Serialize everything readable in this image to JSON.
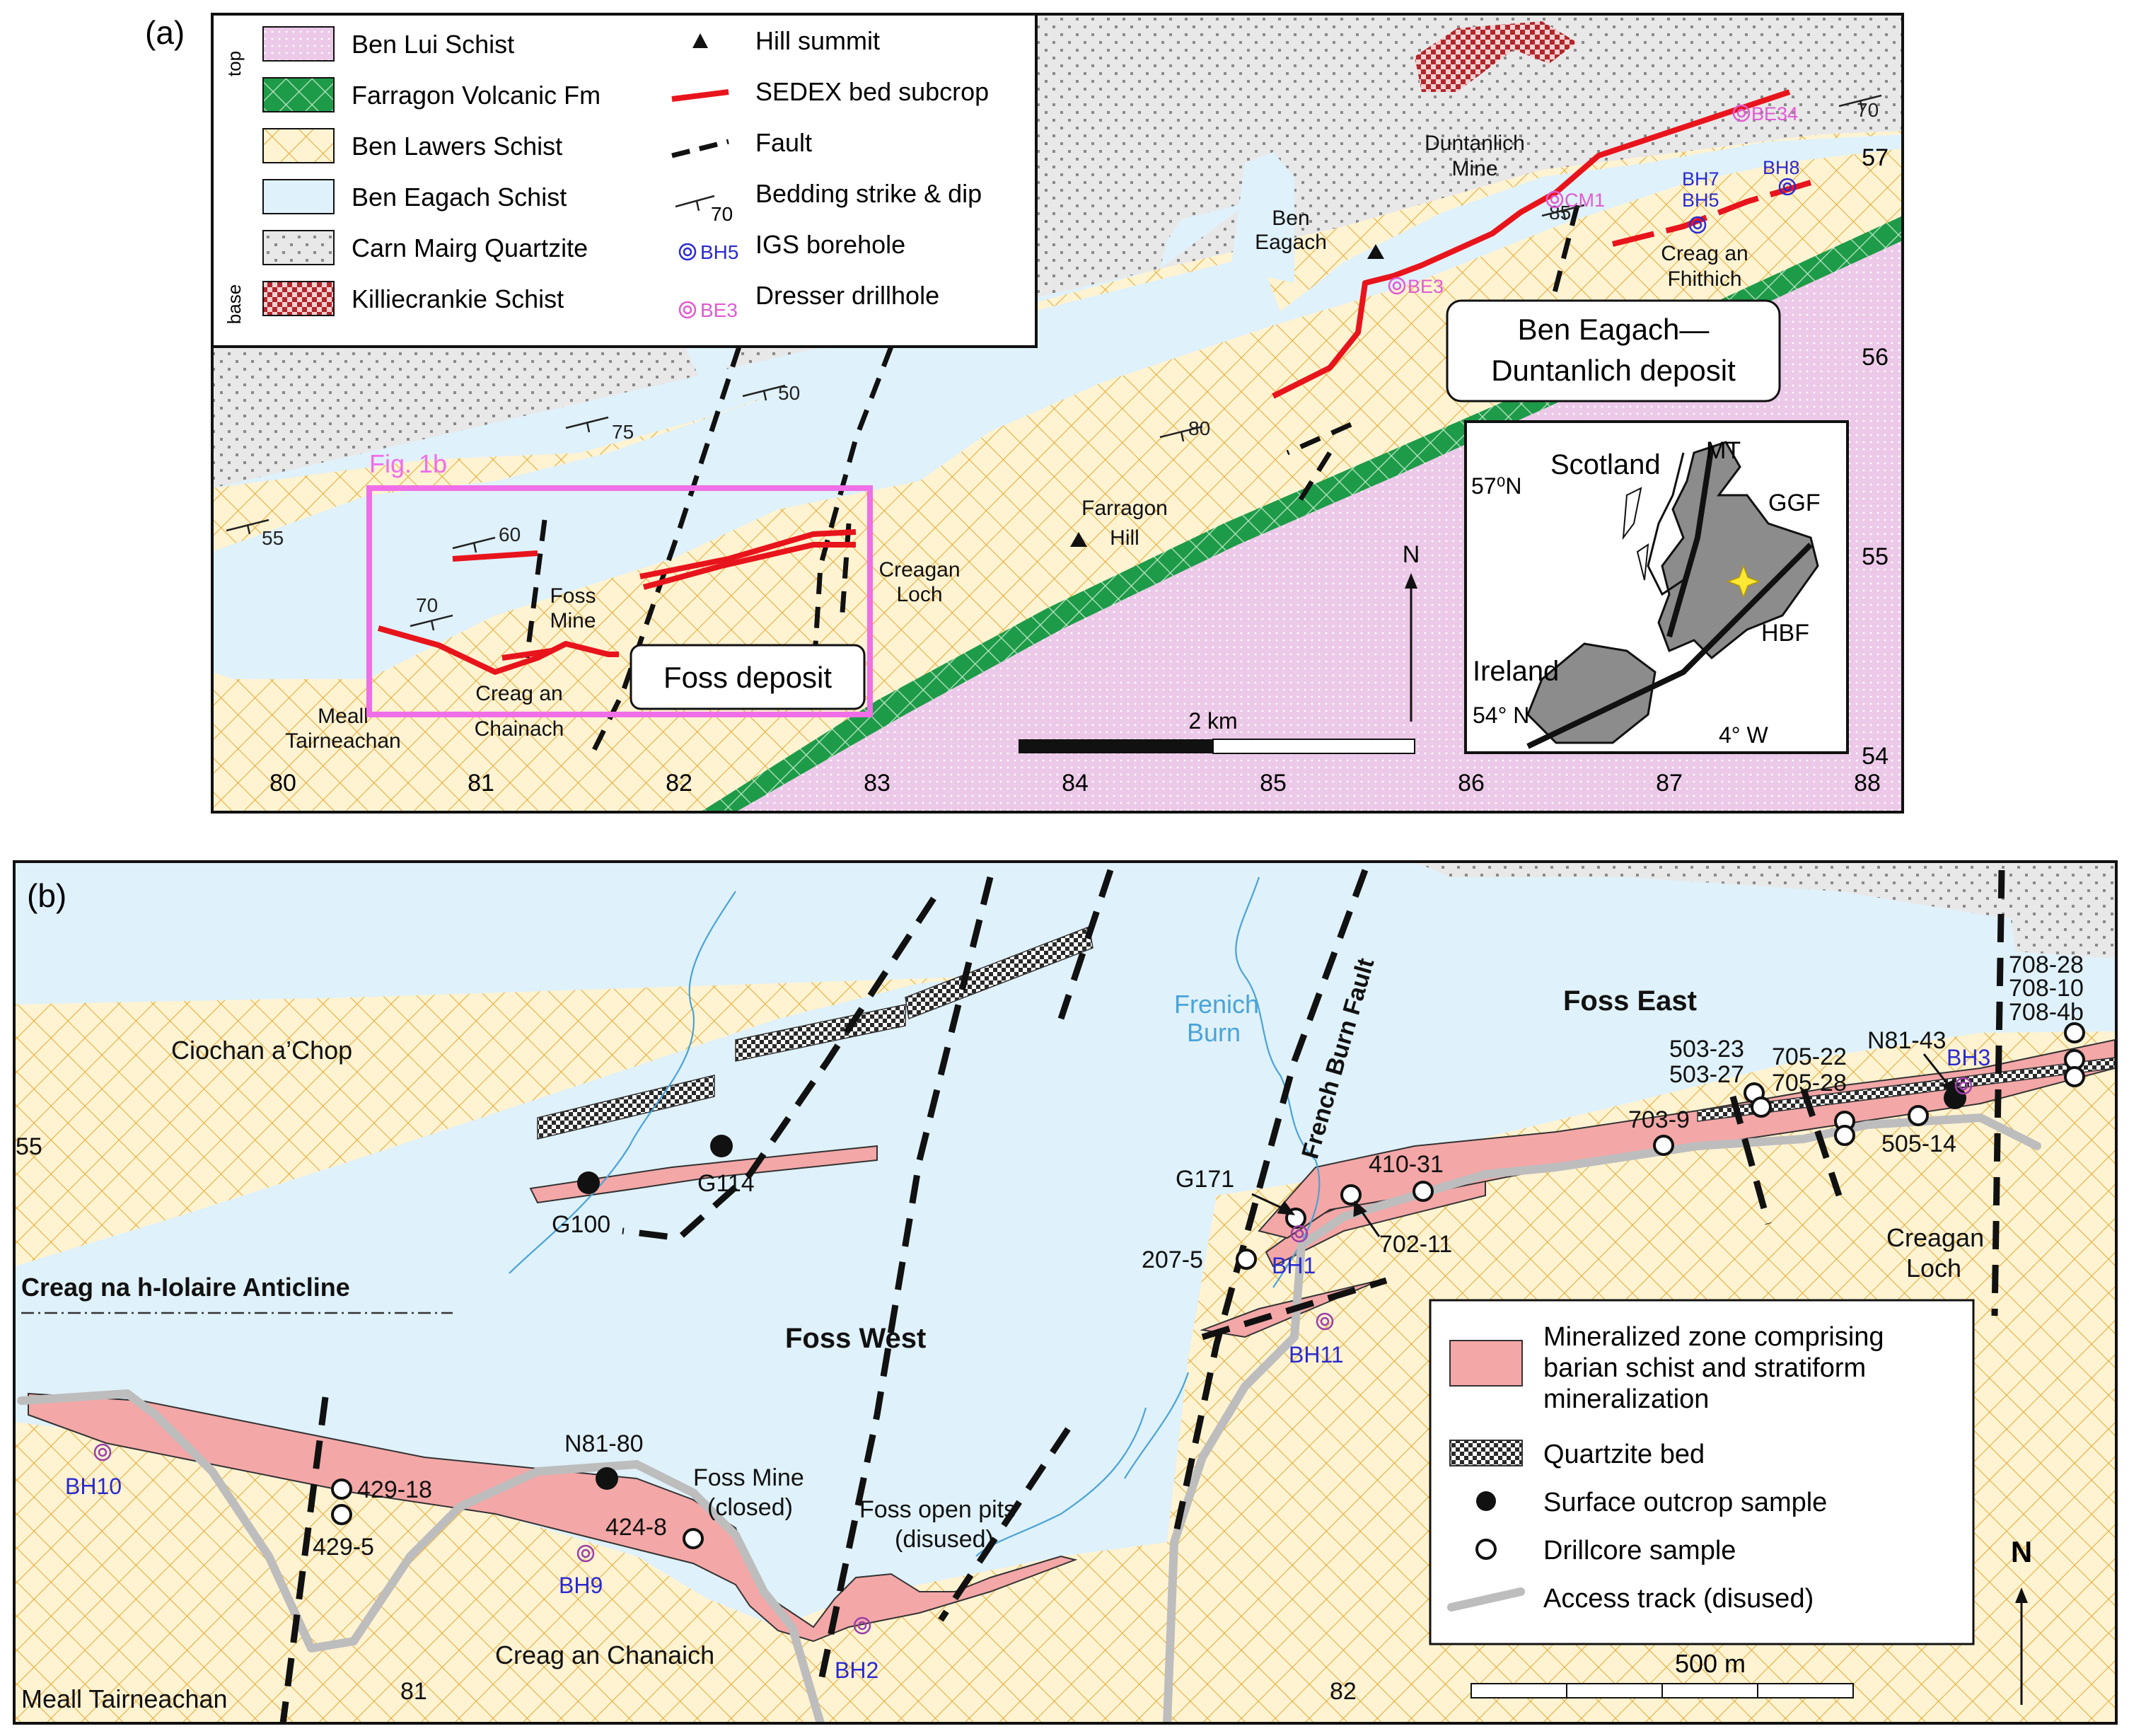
{
  "colors": {
    "ben_lui": "#ecc9e8",
    "farragon": "#1e9b48",
    "ben_lawers": "#fff3d2",
    "ben_lawers_grid": "#e4a830",
    "ben_eagach": "#dff1fa",
    "carn_mairg": "#dcdcdc",
    "killiecrankie": "#b3262c",
    "sedex": "#e8141c",
    "mineralized": "#f4a7a7",
    "dresser": "#e05bd3",
    "igs": "#2a2ad0",
    "track": "#bdbdbd",
    "stream": "#4aa3d6",
    "fig1b_box": "#f06ee8"
  },
  "panel_a": {
    "tag": "(a)",
    "stack_top": "top",
    "stack_base": "base",
    "legend_units": [
      {
        "label": "Ben Lui Schist",
        "key": "ben_lui"
      },
      {
        "label": "Farragon Volcanic Fm",
        "key": "farragon"
      },
      {
        "label": "Ben Lawers Schist",
        "key": "ben_lawers"
      },
      {
        "label": "Ben Eagach Schist",
        "key": "ben_eagach"
      },
      {
        "label": "Carn Mairg Quartzite",
        "key": "carn_mairg"
      },
      {
        "label": "Killiecrankie Schist",
        "key": "killiecrankie"
      }
    ],
    "legend_symbols": [
      {
        "label": "Hill summit",
        "icon": "triangle-icon"
      },
      {
        "label": "SEDEX bed subcrop",
        "icon": "red-line-icon"
      },
      {
        "label": "Fault",
        "icon": "dashed-line-icon"
      },
      {
        "label": "Bedding strike & dip",
        "icon": "strike-dip-icon",
        "sample": "70"
      },
      {
        "label": "IGS borehole",
        "icon": "borehole-icon",
        "sample": "BH5"
      },
      {
        "label": "Dresser drillhole",
        "icon": "drillhole-icon",
        "sample": "BE3"
      }
    ],
    "x_ticks": [
      "80",
      "81",
      "82",
      "83",
      "84",
      "85",
      "86",
      "87",
      "88"
    ],
    "y_ticks": [
      "54",
      "55",
      "56",
      "57"
    ],
    "fig1b_label": "Fig. 1b",
    "deposit_foss": "Foss deposit",
    "deposit_be_line1": "Ben Eagach—",
    "deposit_be_line2": "Duntanlich deposit",
    "places": {
      "meall1": "Meall",
      "meall2": "Tairneachan",
      "chainach1": "Creag an",
      "chainach2": "Chainach",
      "fossmine1": "Foss",
      "fossmine2": "Mine",
      "loch1": "Creagan",
      "loch2": "Loch",
      "farragon1": "Farragon",
      "farragon2": "Hill",
      "ben1": "Ben",
      "ben2": "Eagach",
      "dunt1": "Duntanlich",
      "dunt2": "Mine",
      "fhithich1": "Creag an",
      "fhithich2": "Fhithich"
    },
    "dips": [
      "55",
      "75",
      "50",
      "80",
      "70",
      "60",
      "85",
      "70"
    ],
    "holes": {
      "be3": "BE3",
      "cm1": "CM1",
      "be34": "BE34",
      "bh7": "BH7",
      "bh5": "BH5",
      "bh8": "BH8"
    },
    "north": "N",
    "scale": "2 km",
    "inset": {
      "scotland": "Scotland",
      "ireland": "Ireland",
      "lat57": "57⁰N",
      "lat54": "54° N",
      "lon4": "4° W",
      "mt": "MT",
      "ggf": "GGF",
      "hbf": "HBF"
    }
  },
  "panel_b": {
    "tag": "(b)",
    "regions": {
      "ciochan": "Ciochan a’Chop",
      "anticline": "Creag na h-Iolaire Anticline",
      "foss_west": "Foss West",
      "foss_east": "Foss East",
      "fault": "French Burn Fault",
      "burn1": "Frenich",
      "burn2": "Burn",
      "loch1": "Creagan",
      "loch2": "Loch",
      "chanaich": "Creag an Chanaich",
      "meall": "Meall Tairneachan",
      "mine1": "Foss Mine",
      "mine2": "(closed)",
      "pits1": "Foss open pits",
      "pits2": "(disused)"
    },
    "samples": [
      "G100",
      "G114",
      "G171",
      "N81-80",
      "N81-43"
    ],
    "drillcores": [
      "429-18",
      "429-5",
      "424-8",
      "207-5",
      "410-31",
      "702-11",
      "703-9",
      "503-23",
      "503-27",
      "705-22",
      "705-28",
      "505-14",
      "708-28",
      "708-10",
      "708-4b"
    ],
    "boreholes": [
      "BH10",
      "BH9",
      "BH2",
      "BH1",
      "BH11",
      "BH3"
    ],
    "grid": {
      "x81": "81",
      "x82": "82",
      "y55": "55"
    },
    "legend": {
      "min1": "Mineralized zone comprising",
      "min2": "barian schist and stratiform",
      "min3": "mineralization",
      "quartzite": "Quartzite bed",
      "surface": "Surface outcrop sample",
      "drillcore": "Drillcore sample",
      "track": "Access track (disused)"
    },
    "north": "N",
    "scale": "500 m"
  }
}
